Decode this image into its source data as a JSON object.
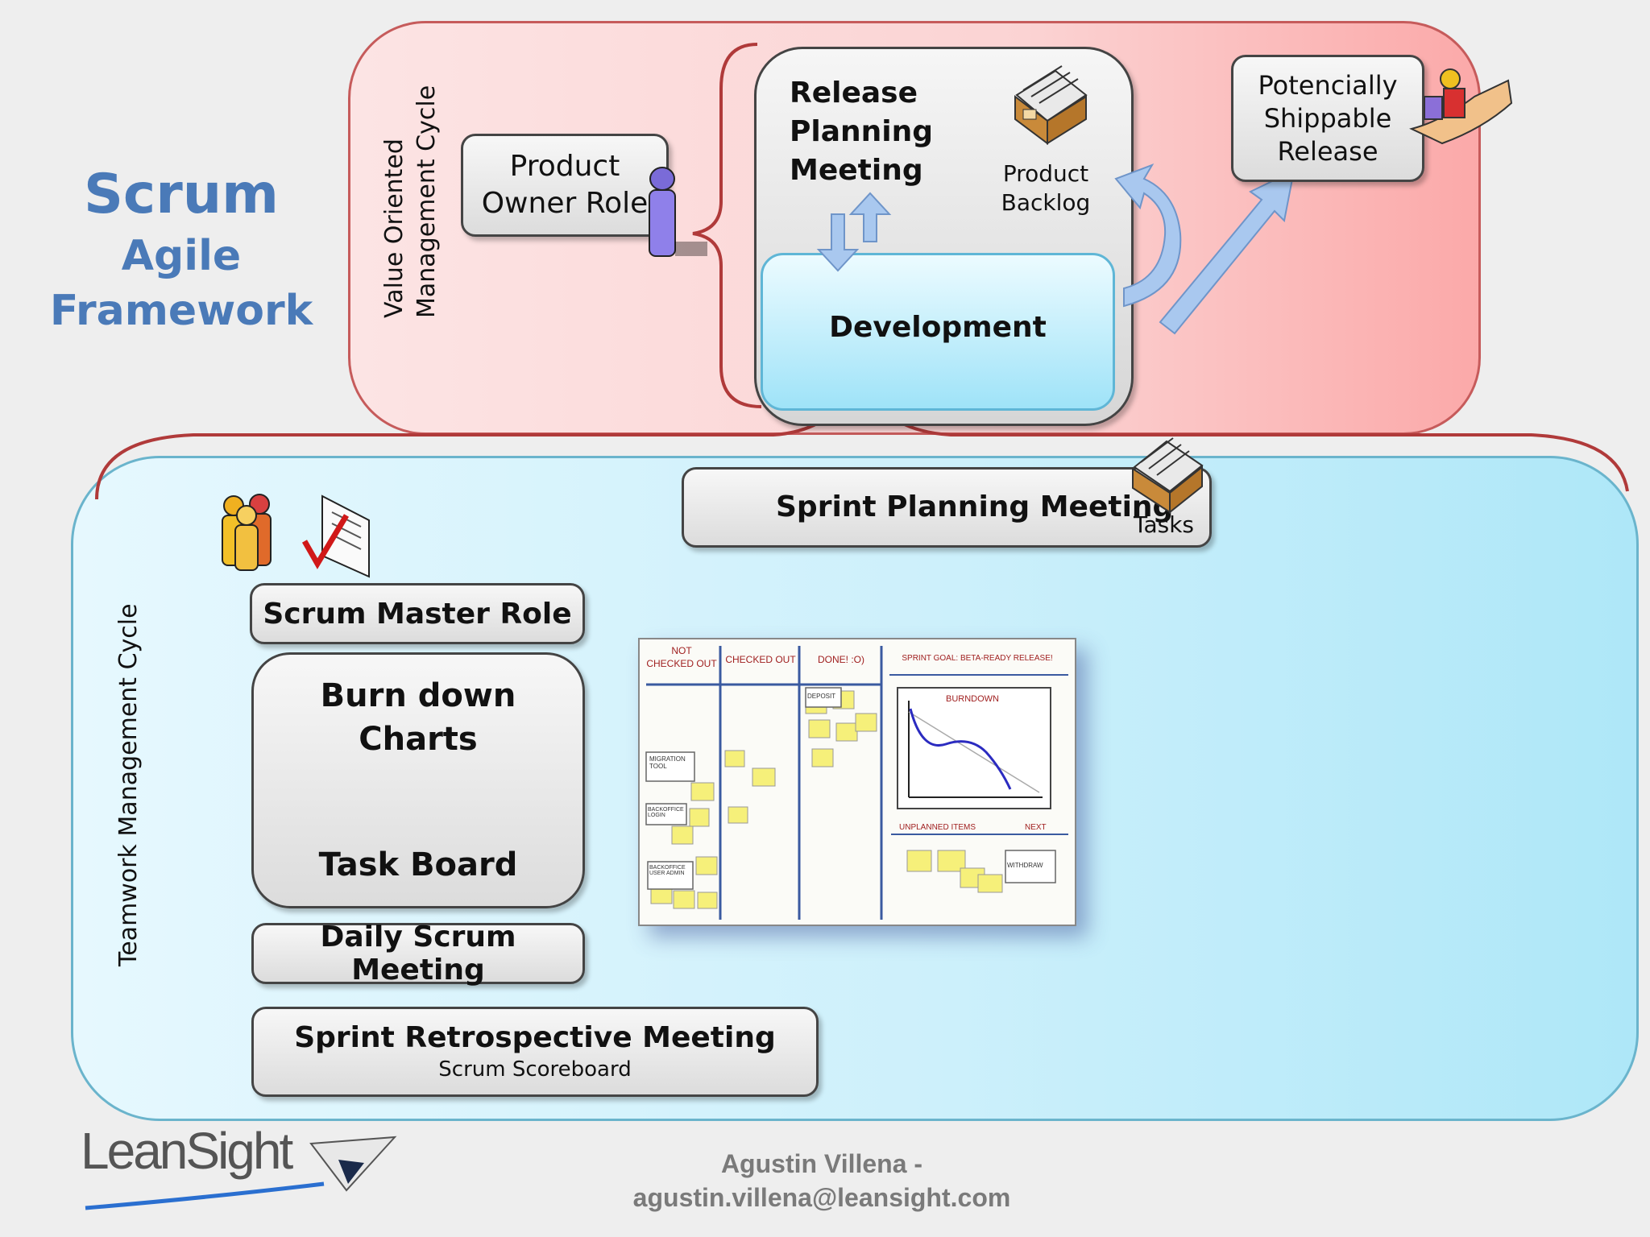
{
  "title": {
    "line1": "Scrum",
    "line2": "Agile",
    "line3": "Framework"
  },
  "value_cycle": {
    "label_line1": "Value Oriented",
    "label_line2": "Management Cycle",
    "product_owner": {
      "line1": "Product",
      "line2": "Owner Role"
    },
    "release_planning": {
      "line1": "Release",
      "line2": "Planning",
      "line3": "Meeting"
    },
    "product_backlog": {
      "line1": "Product",
      "line2": "Backlog"
    },
    "development": "Development",
    "release": {
      "line1": "Potencially",
      "line2": "Shippable",
      "line3": "Release"
    }
  },
  "team_cycle": {
    "label": "Teamwork Management Cycle",
    "sprint_planning": "Sprint  Planning Meeting",
    "tasks": "Tasks",
    "scrum_master": "Scrum Master Role",
    "burndown": {
      "line1": "Burn down",
      "line2": "Charts"
    },
    "task_board": "Task Board",
    "daily_scrum": "Daily Scrum Meeting",
    "retrospective": "Sprint Retrospective Meeting",
    "scoreboard": "Scrum Scoreboard"
  },
  "task_board_image": {
    "columns": [
      "Not",
      "checked out",
      "Checked out",
      "Done! :o)",
      "Sprint goal: Beta-ready release!"
    ],
    "burndown_label": "Burndown",
    "unplanned": "Unplanned items",
    "next": "Next",
    "notes": [
      "Deposit",
      "Migration tool",
      "Backoffice login",
      "Backoffice user admin",
      "Withdraw"
    ]
  },
  "footer": {
    "logo": "LeanSight",
    "author": "Agustin Villena -",
    "email": "agustin.villena@leansight.com"
  },
  "colors": {
    "title": "#4a7ab8",
    "value_border": "#c65b5b",
    "team_border": "#6ab4cc",
    "arrow": "#a9c8ef"
  }
}
